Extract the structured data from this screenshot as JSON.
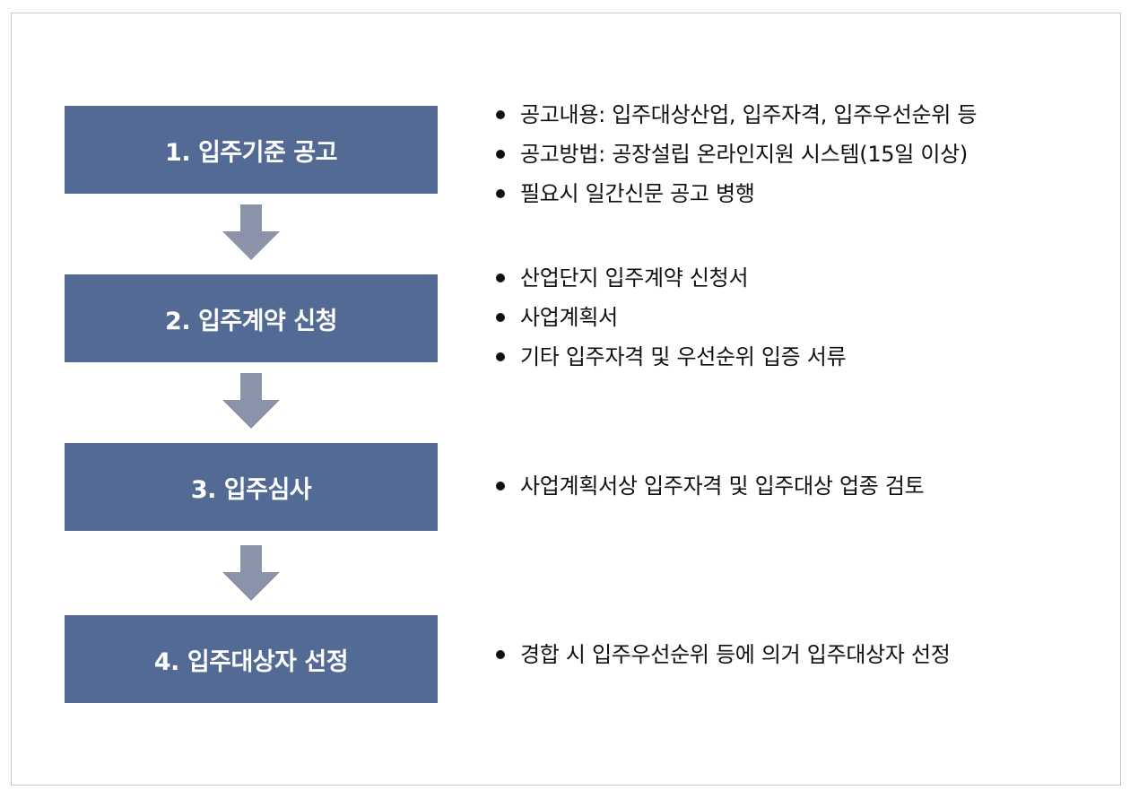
{
  "steps": [
    {
      "label": "1. 입주기준 공고",
      "bullets": [
        "공고내용: 입주대상산업, 입주자격, 입주우선순위 등",
        "공고방법: 공장설립 온라인지원 시스템(15일 이상)",
        "필요시 일간신문 공고 병행"
      ]
    },
    {
      "label": "2. 입주계약 신청",
      "bullets": [
        "산업단지 입주계약 신청서",
        "사업계획서",
        "기타 입주자격 및 우선순위 입증 서류"
      ]
    },
    {
      "label": "3. 입주심사",
      "bullets": [
        "사업계획서상 입주자격 및 입주대상 업종 검토"
      ]
    },
    {
      "label": "4. 입주대상자 선정",
      "bullets": [
        "경합 시 입주우선순위 등에 의거 입주대상자 선정"
      ]
    }
  ],
  "colors": {
    "box": "#536b94",
    "arrow": "#8a93a8",
    "text": "#111111"
  }
}
